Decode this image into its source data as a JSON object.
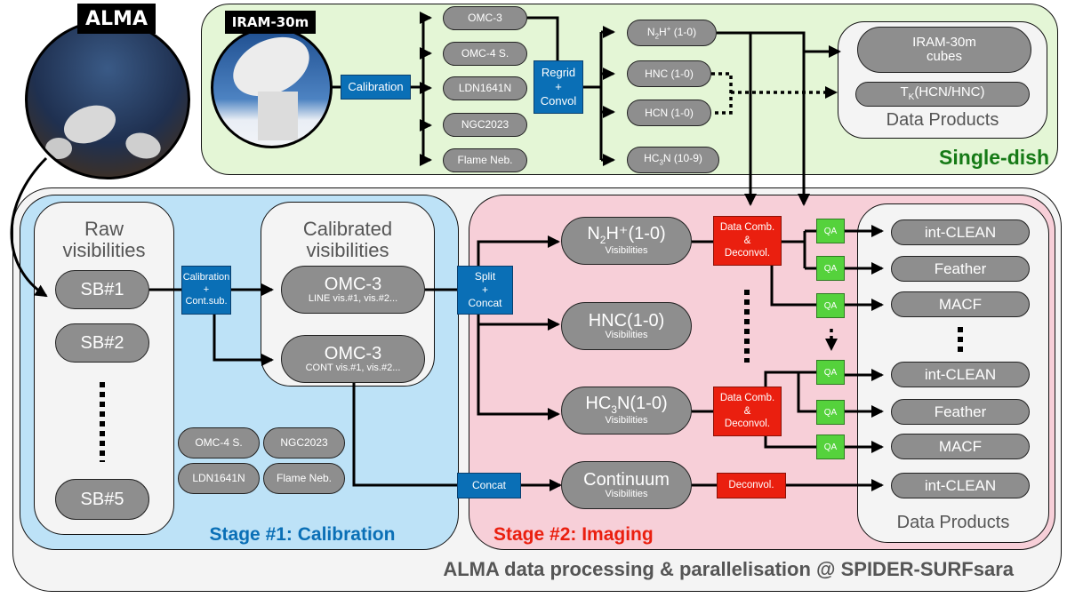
{
  "telescopes": {
    "alma": {
      "label": "ALMA"
    },
    "iram": {
      "label": "IRAM-30m"
    }
  },
  "single_dish": {
    "title": "Single-dish",
    "calibration": "Calibration",
    "sources": [
      "OMC-3",
      "OMC-4 S.",
      "LDN1641N",
      "NGC2023",
      "Flame Neb."
    ],
    "regrid": [
      "Regrid",
      "+",
      "Convol"
    ],
    "lines": [
      {
        "pre": "N",
        "sub1": "2",
        "mid": "H",
        "sup": "+",
        "post": " (1-0)"
      },
      {
        "text": "HNC (1-0)"
      },
      {
        "text": "HCN (1-0)"
      },
      {
        "pre": "HC",
        "sub1": "3",
        "post": "N (10-9)"
      }
    ],
    "products": {
      "title": "Data Products",
      "cubes": [
        "IRAM-30m",
        "cubes"
      ],
      "tk": {
        "pre": "T",
        "sub": "K",
        "post": "(HCN/HNC)"
      }
    }
  },
  "main": {
    "title": "ALMA data processing & parallelisation @ SPIDER-SURFsara",
    "stage1": {
      "title": "Stage #1: Calibration",
      "raw": {
        "title": [
          "Raw",
          "visibilities"
        ],
        "items": [
          "SB#1",
          "SB#2",
          "SB#5"
        ]
      },
      "calib_box": [
        "Calibration",
        "+",
        "Cont.sub."
      ],
      "calibrated": {
        "title": [
          "Calibrated",
          "visibilities"
        ],
        "items": [
          {
            "name": "OMC-3",
            "sub": "LINE vis.#1, vis.#2..."
          },
          {
            "name": "OMC-3",
            "sub": "CONT vis.#1, vis.#2..."
          }
        ]
      },
      "other_sources": [
        "OMC-4 S.",
        "NGC2023",
        "LDN1641N",
        "Flame Neb."
      ]
    },
    "stage2": {
      "title": "Stage #2: Imaging",
      "split": [
        "Split",
        "+",
        "Concat"
      ],
      "concat": "Concat",
      "visibilities_label": "Visibilities",
      "vis": [
        {
          "pre": "N",
          "sub": "2",
          "post": "H⁺(1-0)"
        },
        {
          "pre": "HNC(1-0)",
          "sub": "",
          "post": ""
        },
        {
          "pre": "HC",
          "sub": "3",
          "post": "N(1-0)"
        },
        {
          "pre": "Continuum",
          "sub": "",
          "post": ""
        }
      ],
      "comb": [
        "Data Comb.",
        "&",
        "Deconvol."
      ],
      "deconvol": "Deconvol.",
      "qa": "QA"
    },
    "products": {
      "title": "Data Products",
      "items": [
        "int-CLEAN",
        "Feather",
        "MACF",
        "int-CLEAN",
        "Feather",
        "MACF",
        "int-CLEAN"
      ]
    }
  },
  "colors": {
    "single_dish_bg": "#e4f6d6",
    "single_dish_title": "#167a16",
    "stage1_bg": "#bde2f7",
    "stage1_title": "#0a6fb6",
    "stage2_bg": "#f7cfd8",
    "stage2_title": "#ea1f0f",
    "outer_bg": "#f4f4f4",
    "pill": "#8e8e8e",
    "process_blue": "#0a6fb6",
    "process_red": "#ea1f0f",
    "qa_green": "#55d23c"
  }
}
